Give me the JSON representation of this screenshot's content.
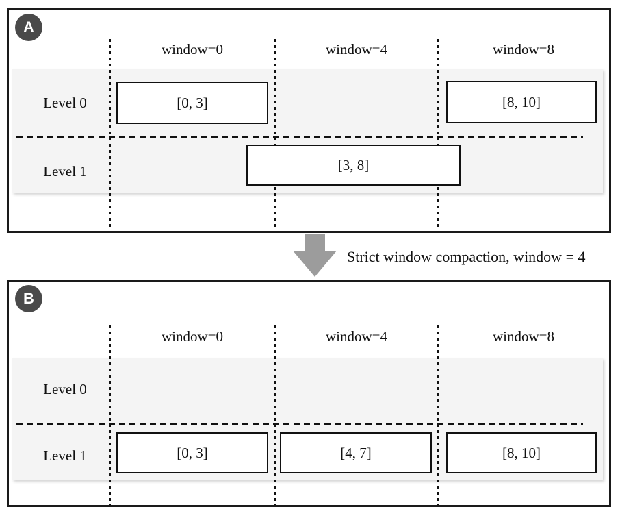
{
  "panels": [
    {
      "badge": "A",
      "columns": [
        "window=0",
        "window=4",
        "window=8"
      ],
      "rows": [
        {
          "label": "Level 0"
        },
        {
          "label": "Level 1"
        }
      ],
      "boxes": [
        {
          "label": "[0, 3]",
          "level": "Level 0",
          "window": "window=0"
        },
        {
          "label": "[8, 10]",
          "level": "Level 0",
          "window": "window=8"
        },
        {
          "label": "[3, 8]",
          "level": "Level 1",
          "window": "spans window=0 to window=8"
        }
      ]
    },
    {
      "badge": "B",
      "columns": [
        "window=0",
        "window=4",
        "window=8"
      ],
      "rows": [
        {
          "label": "Level 0"
        },
        {
          "label": "Level 1"
        }
      ],
      "boxes": [
        {
          "label": "[0, 3]",
          "level": "Level 1",
          "window": "window=0"
        },
        {
          "label": "[4, 7]",
          "level": "Level 1",
          "window": "window=4"
        },
        {
          "label": "[8, 10]",
          "level": "Level 1",
          "window": "window=8"
        }
      ]
    }
  ],
  "transition": {
    "label": "Strict window compaction, window = 4"
  },
  "colors": {
    "panel_border": "#1a1a1a",
    "line": "#111111",
    "row_band": "#f4f4f4",
    "badge_bg": "#4a4a4a",
    "badge_text": "#ffffff",
    "arrow": "#9c9c9c",
    "box_border": "#111111",
    "box_bg": "#ffffff"
  }
}
